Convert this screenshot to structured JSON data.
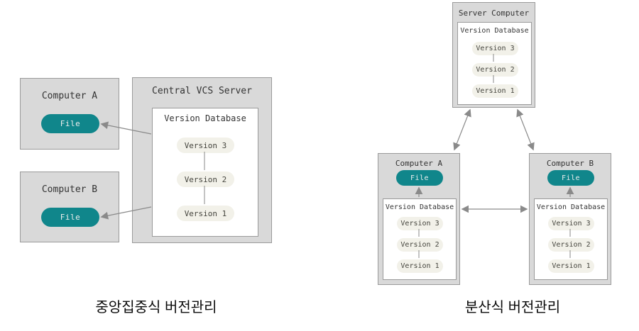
{
  "colors": {
    "box_fill": "#d9d9d9",
    "box_border": "#9a9a9a",
    "teal": "#10868b",
    "pill_fill": "#f2f1e9",
    "arrow": "#8a8a8a",
    "text": "#333333"
  },
  "left_diagram": {
    "caption": "중앙집중식 버전관리",
    "computer_a_title": "Computer A",
    "computer_b_title": "Computer B",
    "file_label": "File",
    "server_title": "Central VCS Server",
    "db_title": "Version Database",
    "versions": [
      "Version 3",
      "Version 2",
      "Version 1"
    ]
  },
  "right_diagram": {
    "caption": "분산식 버전관리",
    "server_title": "Server Computer",
    "computer_a_title": "Computer A",
    "computer_b_title": "Computer B",
    "file_label": "File",
    "db_title": "Version Database",
    "versions": [
      "Version 3",
      "Version 2",
      "Version 1"
    ]
  }
}
